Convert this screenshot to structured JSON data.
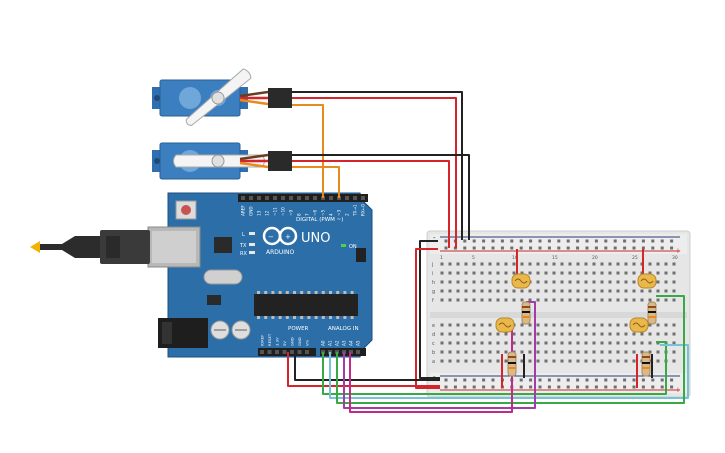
{
  "board": {
    "brand": "UNO",
    "logo_text": "ARDUINO",
    "digital_header": "DIGITAL (PWM ~)",
    "power_header": "POWER",
    "analog_header": "ANALOG IN",
    "on_label": "ON",
    "tx_label": "TX",
    "rx_label": "RX",
    "l_label": "L",
    "digital_pins": [
      "AREF",
      "GND",
      "13",
      "12",
      "~11",
      "~10",
      "~9",
      "8",
      "7",
      "~6",
      "~5",
      "4",
      "~3",
      "2",
      "TX→1",
      "RX←0"
    ],
    "power_pins": [
      "IOREF",
      "RESET",
      "3.3V",
      "5V",
      "GND",
      "GND",
      "Vin"
    ],
    "analog_pins": [
      "A0",
      "A1",
      "A2",
      "A3",
      "A4",
      "A5"
    ]
  },
  "breadboard": {
    "row_letters_top": [
      "j",
      "i",
      "h",
      "g",
      "f"
    ],
    "row_letters_bottom": [
      "e",
      "d",
      "c",
      "b",
      "a"
    ],
    "plus_label": "+",
    "minus_label": "-",
    "column_numbers": [
      "1",
      "5",
      "10",
      "15",
      "20",
      "25",
      "30"
    ]
  },
  "colors": {
    "board": "#2a6fa8",
    "board_dark": "#1c4f7c",
    "breadboard": "#e8e8e8",
    "wire_red": "#d3252a",
    "wire_black": "#222222",
    "wire_orange": "#e98a1c",
    "wire_green": "#3aa945",
    "wire_purple": "#a43ca8",
    "wire_magenta": "#c02a8a",
    "wire_cyan": "#74c3d6",
    "servo": "#3b7fc0"
  },
  "components": {
    "servos": [
      "servo-top",
      "servo-bottom"
    ],
    "photoresistors": 4,
    "resistors": 4
  }
}
